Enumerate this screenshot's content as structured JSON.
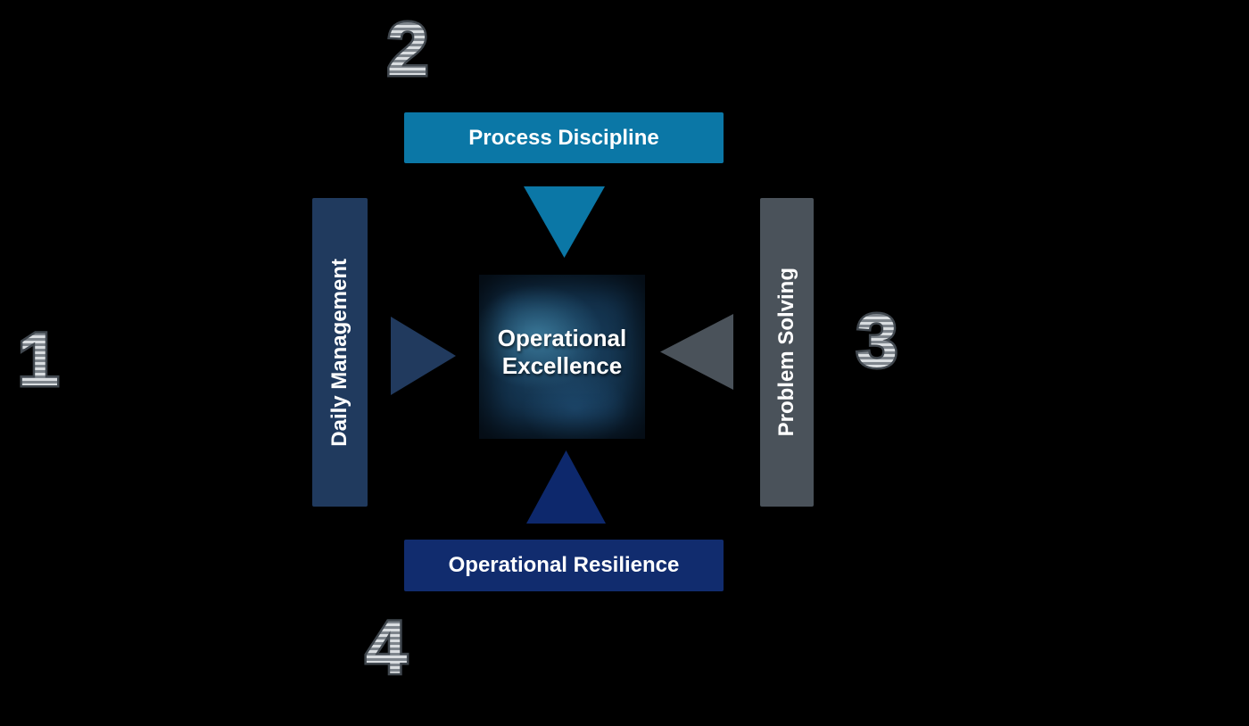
{
  "title": "Operational Excellence pillars diagram",
  "background_color": "#000000",
  "center": {
    "line1": "Operational",
    "line2": "Excellence",
    "box_colors": [
      "#1d4666",
      "#0a1b2c"
    ]
  },
  "steps": [
    {
      "number": "1",
      "label": "Daily Management",
      "position": "left",
      "color": "#203a5e"
    },
    {
      "number": "2",
      "label": "Process Discipline",
      "position": "top",
      "color": "#0b77a6"
    },
    {
      "number": "3",
      "label": "Problem Solving",
      "position": "right",
      "color": "#4a525a"
    },
    {
      "number": "4",
      "label": "Operational Resilience",
      "position": "bottom",
      "color": "#112c6e"
    }
  ],
  "number_style": {
    "stripe_light": "#d9dde0",
    "stripe_dark": "#7e858c",
    "outline": "#40474e"
  }
}
